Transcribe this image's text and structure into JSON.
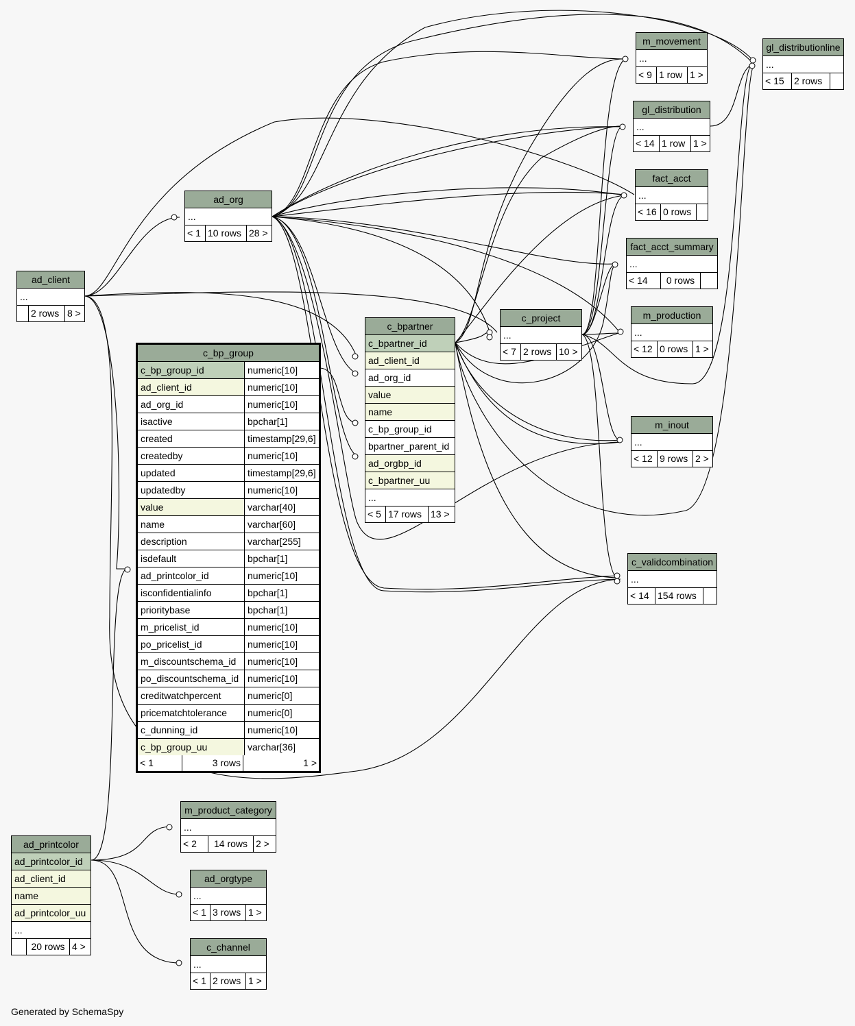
{
  "colors": {
    "header": "#9aab98",
    "primary_key": "#bfd0b9",
    "indexed": "#f4f7df",
    "background": "#f7f7f7"
  },
  "footer": "Generated by SchemaSpy",
  "ellipsis": "...",
  "tables": {
    "gl_distributionline": {
      "name": "gl_distributionline",
      "parents": "< 15",
      "rows": "2 rows",
      "children": ""
    },
    "m_movement": {
      "name": "m_movement",
      "parents": "< 9",
      "rows": "1 row",
      "children": "1 >"
    },
    "gl_distribution": {
      "name": "gl_distribution",
      "parents": "< 14",
      "rows": "1 row",
      "children": "1 >"
    },
    "fact_acct": {
      "name": "fact_acct",
      "parents": "< 16",
      "rows": "0 rows",
      "children": ""
    },
    "fact_acct_summary": {
      "name": "fact_acct_summary",
      "parents": "< 14",
      "rows": "0 rows",
      "children": ""
    },
    "ad_org": {
      "name": "ad_org",
      "parents": "< 1",
      "rows": "10 rows",
      "children": "28 >"
    },
    "ad_client": {
      "name": "ad_client",
      "parents": "",
      "rows": "2 rows",
      "children": "8 >"
    },
    "c_project": {
      "name": "c_project",
      "parents": "< 7",
      "rows": "2 rows",
      "children": "10 >"
    },
    "m_production": {
      "name": "m_production",
      "parents": "< 12",
      "rows": "0 rows",
      "children": "1 >"
    },
    "m_inout": {
      "name": "m_inout",
      "parents": "< 12",
      "rows": "9 rows",
      "children": "2 >"
    },
    "c_validcombination": {
      "name": "c_validcombination",
      "parents": "< 14",
      "rows": "154 rows",
      "children": ""
    },
    "m_product_category": {
      "name": "m_product_category",
      "parents": "< 2",
      "rows": "14 rows",
      "children": "2 >"
    },
    "ad_orgtype": {
      "name": "ad_orgtype",
      "parents": "< 1",
      "rows": "3 rows",
      "children": "1 >"
    },
    "c_channel": {
      "name": "c_channel",
      "parents": "< 1",
      "rows": "2 rows",
      "children": "1 >"
    },
    "c_bpartner": {
      "name": "c_bpartner",
      "columns": [
        "c_bpartner_id",
        "ad_client_id",
        "ad_org_id",
        "value",
        "name",
        "c_bp_group_id",
        "bpartner_parent_id",
        "ad_orgbp_id",
        "c_bpartner_uu"
      ],
      "parents": "< 5",
      "rows": "17 rows",
      "children": "13 >"
    },
    "ad_printcolor": {
      "name": "ad_printcolor",
      "columns": [
        "ad_printcolor_id",
        "ad_client_id",
        "name",
        "ad_printcolor_uu"
      ],
      "parents": "",
      "rows": "20 rows",
      "children": "4 >"
    },
    "c_bp_group": {
      "name": "c_bp_group",
      "columns": [
        {
          "name": "c_bp_group_id",
          "type": "numeric[10]"
        },
        {
          "name": "ad_client_id",
          "type": "numeric[10]"
        },
        {
          "name": "ad_org_id",
          "type": "numeric[10]"
        },
        {
          "name": "isactive",
          "type": "bpchar[1]"
        },
        {
          "name": "created",
          "type": "timestamp[29,6]"
        },
        {
          "name": "createdby",
          "type": "numeric[10]"
        },
        {
          "name": "updated",
          "type": "timestamp[29,6]"
        },
        {
          "name": "updatedby",
          "type": "numeric[10]"
        },
        {
          "name": "value",
          "type": "varchar[40]"
        },
        {
          "name": "name",
          "type": "varchar[60]"
        },
        {
          "name": "description",
          "type": "varchar[255]"
        },
        {
          "name": "isdefault",
          "type": "bpchar[1]"
        },
        {
          "name": "ad_printcolor_id",
          "type": "numeric[10]"
        },
        {
          "name": "isconfidentialinfo",
          "type": "bpchar[1]"
        },
        {
          "name": "prioritybase",
          "type": "bpchar[1]"
        },
        {
          "name": "m_pricelist_id",
          "type": "numeric[10]"
        },
        {
          "name": "po_pricelist_id",
          "type": "numeric[10]"
        },
        {
          "name": "m_discountschema_id",
          "type": "numeric[10]"
        },
        {
          "name": "po_discountschema_id",
          "type": "numeric[10]"
        },
        {
          "name": "creditwatchpercent",
          "type": "numeric[0]"
        },
        {
          "name": "pricematchtolerance",
          "type": "numeric[0]"
        },
        {
          "name": "c_dunning_id",
          "type": "numeric[10]"
        },
        {
          "name": "c_bp_group_uu",
          "type": "varchar[36]"
        }
      ],
      "parents": "< 1",
      "rows": "3 rows",
      "children": "1 >"
    }
  }
}
